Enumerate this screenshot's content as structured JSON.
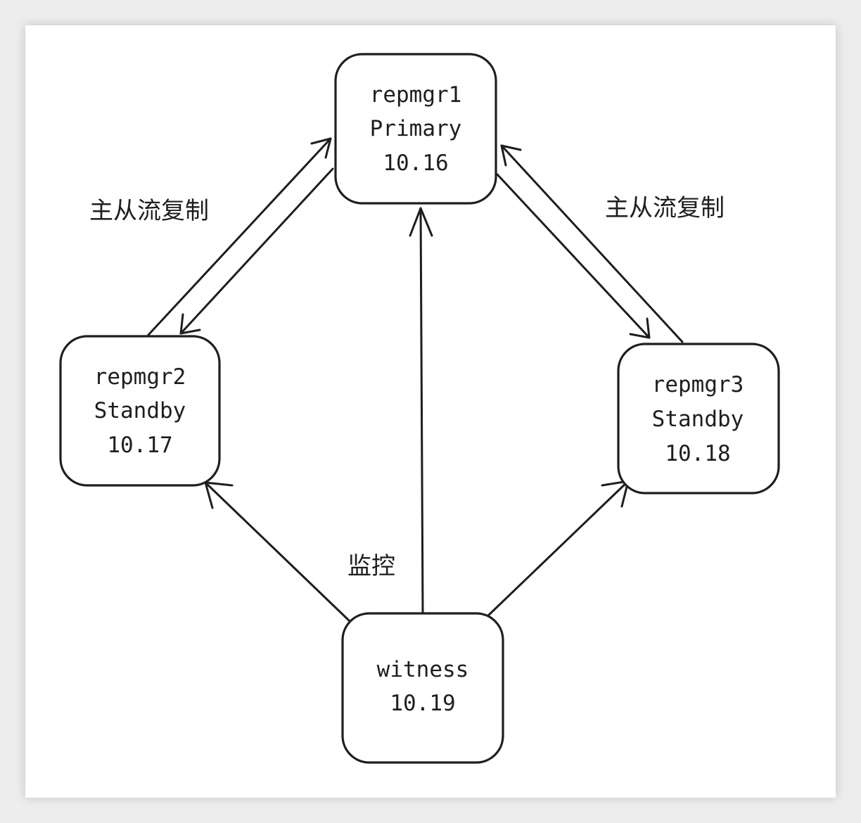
{
  "nodes": {
    "repmgr1": {
      "name": "repmgr1",
      "role": "Primary",
      "ip": "10.16"
    },
    "repmgr2": {
      "name": "repmgr2",
      "role": "Standby",
      "ip": "10.17"
    },
    "repmgr3": {
      "name": "repmgr3",
      "role": "Standby",
      "ip": "10.18"
    },
    "witness": {
      "name": "witness",
      "ip": "10.19"
    }
  },
  "edges": {
    "left_label": "主从流复制",
    "right_label": "主从流复制",
    "monitor_label": "监控"
  },
  "colors": {
    "stroke": "#1e1e1e",
    "background": "#ffffff"
  }
}
